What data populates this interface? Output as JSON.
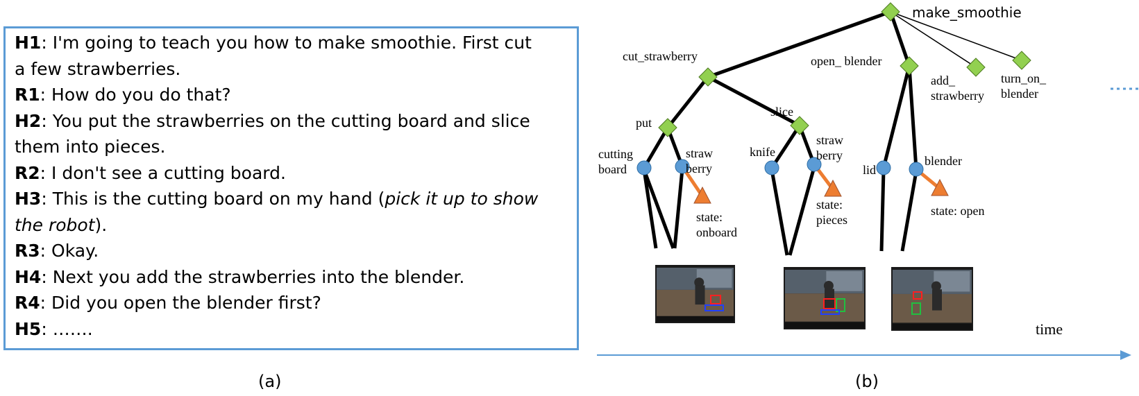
{
  "dialogue": {
    "lines": [
      {
        "speaker": "H1",
        "parts": [
          {
            "text": ": I'm going to teach you how to make smoothie. First cut"
          }
        ]
      },
      {
        "speaker": "",
        "parts": [
          {
            "text": "a few strawberries."
          }
        ]
      },
      {
        "speaker": "R1",
        "parts": [
          {
            "text": ": How do you do that?"
          }
        ]
      },
      {
        "speaker": "H2",
        "parts": [
          {
            "text": ": You put the strawberries on the cutting board and slice"
          }
        ]
      },
      {
        "speaker": "",
        "parts": [
          {
            "text": "them into pieces."
          }
        ]
      },
      {
        "speaker": "R2",
        "parts": [
          {
            "text": ": I don't see a cutting board."
          }
        ]
      },
      {
        "speaker": "H3",
        "parts": [
          {
            "text": ": This is the cutting board on my hand ("
          },
          {
            "text": "pick it up to show",
            "italic": true
          }
        ]
      },
      {
        "speaker": "",
        "parts": [
          {
            "text": "the robot",
            "italic": true
          },
          {
            "text": ")."
          }
        ]
      },
      {
        "speaker": "R3",
        "parts": [
          {
            "text": ": Okay."
          }
        ]
      },
      {
        "speaker": "H4",
        "parts": [
          {
            "text": ": Next you add the strawberries into the blender."
          }
        ]
      },
      {
        "speaker": "R4",
        "parts": [
          {
            "text": ": Did you open the blender first?"
          }
        ]
      },
      {
        "speaker": "H5",
        "parts": [
          {
            "text": ": ……."
          }
        ]
      }
    ]
  },
  "captions": {
    "left": "(a)",
    "right": "(b)"
  },
  "tree": {
    "root": "make_smoothie",
    "time_label": "time",
    "colors": {
      "action": "#92d050",
      "object": "#5b9bd5",
      "state": "#ed7d31",
      "axis": "#5b9bd5",
      "edge": "#000000"
    },
    "labels": {
      "cut_strawberry": "cut_strawberry",
      "open_blender": "open_ blender",
      "add_strawberry": [
        "add_",
        "strawberry"
      ],
      "turn_on_blender": [
        "turn_on_",
        "blender"
      ],
      "put": "put",
      "slice": "slice",
      "cutting_board": [
        "cutting",
        "board"
      ],
      "strawberry_1": [
        "straw",
        "berry"
      ],
      "knife": "knife",
      "strawberry_2": [
        "straw",
        "berry"
      ],
      "lid": "lid",
      "blender": "blender",
      "state_onboard": [
        "state:",
        "onboard"
      ],
      "state_pieces": [
        "state:",
        "pieces"
      ],
      "state_open": [
        "state: open"
      ]
    }
  }
}
